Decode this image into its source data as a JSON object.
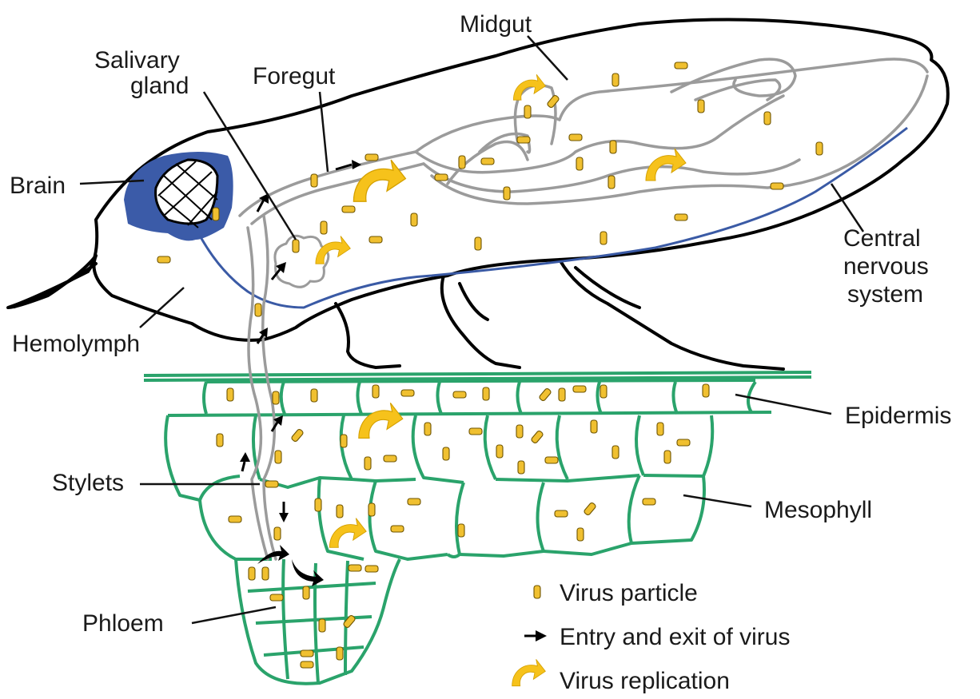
{
  "labels": {
    "midgut": "Midgut",
    "salivary_1": "Salivary",
    "salivary_2": "gland",
    "foregut": "Foregut",
    "brain": "Brain",
    "hemolymph": "Hemolymph",
    "cns_1": "Central",
    "cns_2": "nervous",
    "cns_3": "system",
    "epidermis": "Epidermis",
    "mesophyll": "Mesophyll",
    "stylets": "Stylets",
    "phloem": "Phloem"
  },
  "legend": {
    "virus_particle": "Virus particle",
    "entry_exit": "Entry and exit of virus",
    "replication": "Virus replication"
  },
  "colors": {
    "insect_outline": "#000000",
    "gut": "#9b9b9b",
    "brain": "#3b5ba8",
    "plant_cells": "#2aa36b",
    "virus_particle": "#f0c030",
    "replication_arrow": "#f6c21b"
  },
  "icons": {
    "virus_particle": "virus-particle-icon",
    "entry_exit": "black-arrow-icon",
    "replication": "curved-yellow-arrow-icon"
  }
}
